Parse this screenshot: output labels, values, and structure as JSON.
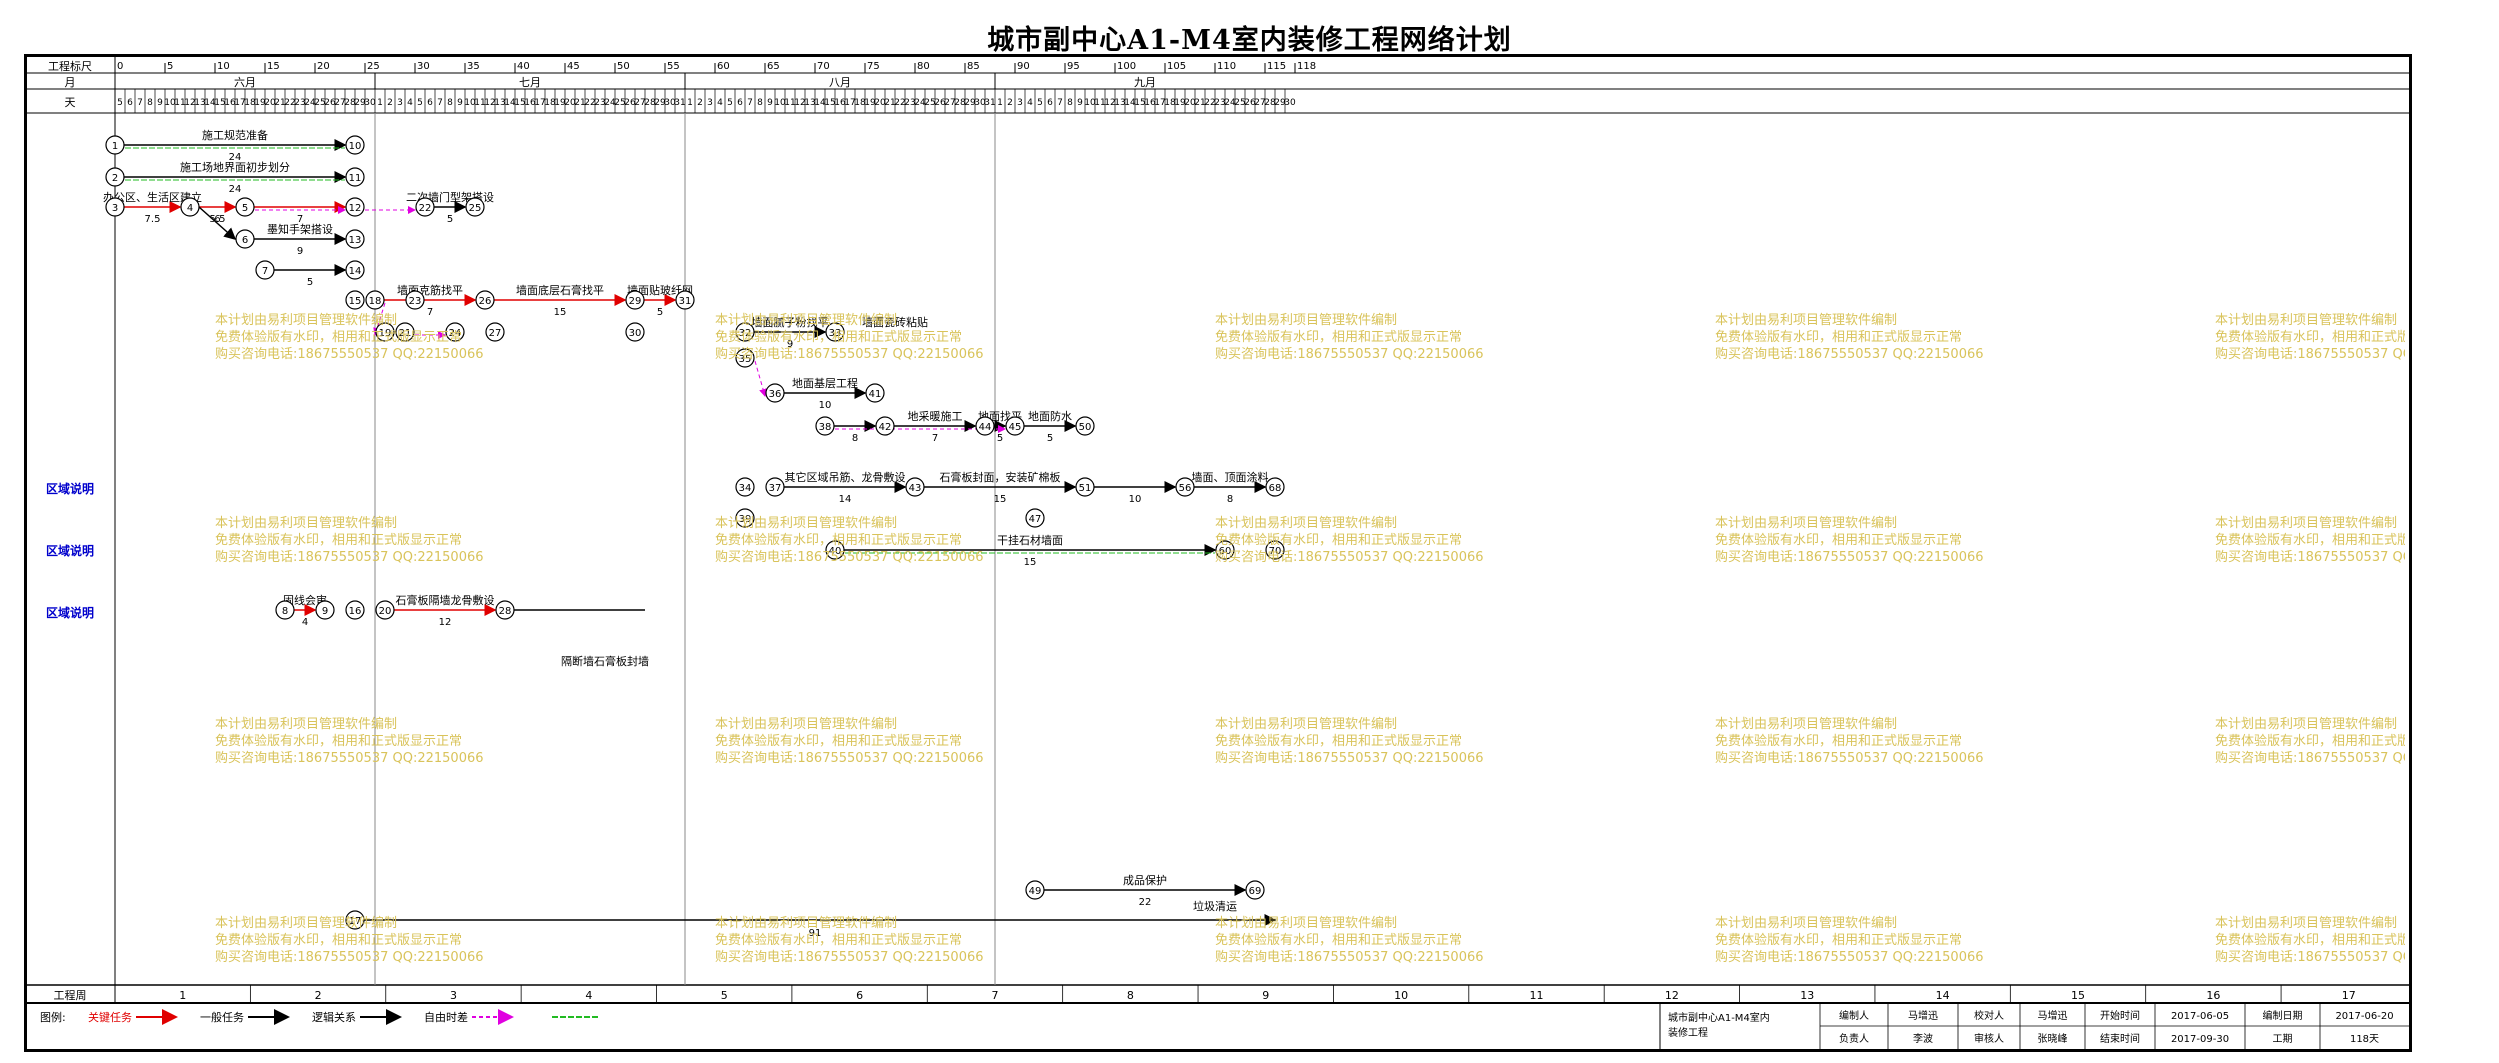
{
  "title": "城市副中心A1-M4室内装修工程网络计划",
  "header": {
    "row1_label": "工程标尺",
    "row2_label": "月",
    "row3_label": "天",
    "scale_ticks": [
      "0",
      "5",
      "10",
      "15",
      "20",
      "25",
      "30",
      "35",
      "40",
      "45",
      "50",
      "55",
      "60",
      "65",
      "70",
      "75",
      "80",
      "85",
      "90",
      "95",
      "100",
      "105",
      "110",
      "115",
      "118"
    ],
    "months": [
      "六月",
      "七月",
      "八月",
      "九月"
    ],
    "june_days": [
      "5",
      "6",
      "7",
      "8",
      "9",
      "10",
      "11",
      "12",
      "13",
      "14",
      "15",
      "16",
      "17",
      "18",
      "19",
      "20",
      "21",
      "22",
      "23",
      "24",
      "25",
      "26",
      "27",
      "28",
      "29",
      "30"
    ],
    "jul_days": [
      "1",
      "2",
      "3",
      "4",
      "5",
      "6",
      "7",
      "8",
      "9",
      "10",
      "11",
      "12",
      "13",
      "14",
      "15",
      "16",
      "17",
      "18",
      "19",
      "20",
      "21",
      "22",
      "23",
      "24",
      "25",
      "26",
      "27",
      "28",
      "29",
      "30",
      "31"
    ],
    "aug_days": [
      "1",
      "2",
      "3",
      "4",
      "5",
      "6",
      "7",
      "8",
      "9",
      "10",
      "11",
      "12",
      "13",
      "14",
      "15",
      "16",
      "17",
      "18",
      "19",
      "20",
      "21",
      "22",
      "23",
      "24",
      "25",
      "26",
      "27",
      "28",
      "29",
      "30",
      "31"
    ],
    "sep_days": [
      "1",
      "2",
      "3",
      "4",
      "5",
      "6",
      "7",
      "8",
      "9",
      "10",
      "11",
      "12",
      "13",
      "14",
      "15",
      "16",
      "17",
      "18",
      "19",
      "20",
      "21",
      "22",
      "23",
      "24",
      "25",
      "26",
      "27",
      "28",
      "29",
      "30"
    ]
  },
  "footer": {
    "week_label": "工程周",
    "weeks": [
      "1",
      "2",
      "3",
      "4",
      "5",
      "6",
      "7",
      "8",
      "9",
      "10",
      "11",
      "12",
      "13",
      "14",
      "15",
      "16",
      "17"
    ],
    "legend_label": "图例:",
    "legend": [
      {
        "label": "关键任务",
        "color": "#e00000"
      },
      {
        "label": "一般任务",
        "color": "#000000"
      },
      {
        "label": "逻辑关系",
        "color": "#000000"
      },
      {
        "label": "自由时差",
        "color": "#e000e0"
      }
    ],
    "project_name": "城市副中心A1-M4室内装修工程",
    "info": [
      {
        "k": "编制人",
        "v": "马增迅"
      },
      {
        "k": "校对人",
        "v": "马增迅"
      },
      {
        "k": "开始时间",
        "v": "2017-06-05"
      },
      {
        "k": "编制日期",
        "v": "2017-06-20"
      },
      {
        "k": "负责人",
        "v": "李波"
      },
      {
        "k": "审核人",
        "v": "张晓峰"
      },
      {
        "k": "结束时间",
        "v": "2017-09-30"
      },
      {
        "k": "工期",
        "v": "118天"
      }
    ]
  },
  "side_notes": [
    "区域说明",
    "区域说明",
    "区域说明"
  ],
  "watermark": [
    "本计划由易利项目管理软件编制",
    "免费体验版有水印，相用和正式版显示正常",
    "购买咨询电话:18675550537 QQ:22150066"
  ],
  "colors": {
    "critical": "#e00000",
    "normal": "#000000",
    "free_float": "#e000e0",
    "green": "#22bb22",
    "watermark": "#d9c35a",
    "note": "#0000cc"
  },
  "chart_data": {
    "type": "network",
    "nodes": [
      {
        "id": "1",
        "day": 0,
        "lane": 0
      },
      {
        "id": "2",
        "day": 0,
        "lane": 1
      },
      {
        "id": "3",
        "day": 0,
        "lane": 2
      },
      {
        "id": "10",
        "day": 24,
        "lane": 0
      },
      {
        "id": "11",
        "day": 24,
        "lane": 1
      },
      {
        "id": "4",
        "day": 7.5,
        "lane": 2
      },
      {
        "id": "5",
        "day": 13,
        "lane": 2
      },
      {
        "id": "12",
        "day": 24,
        "lane": 2
      },
      {
        "id": "22",
        "day": 31,
        "lane": 2
      },
      {
        "id": "25",
        "day": 36,
        "lane": 2
      },
      {
        "id": "6",
        "day": 13,
        "lane": 3
      },
      {
        "id": "13",
        "day": 24,
        "lane": 3
      },
      {
        "id": "7",
        "day": 15,
        "lane": 4
      },
      {
        "id": "14",
        "day": 24,
        "lane": 4
      },
      {
        "id": "15",
        "day": 24,
        "lane": 5
      },
      {
        "id": "18",
        "day": 26,
        "lane": 5
      },
      {
        "id": "23",
        "day": 30,
        "lane": 5
      },
      {
        "id": "26",
        "day": 37,
        "lane": 5
      },
      {
        "id": "29",
        "day": 52,
        "lane": 5
      },
      {
        "id": "31",
        "day": 57,
        "lane": 5
      },
      {
        "id": "19",
        "day": 27,
        "lane": 6
      },
      {
        "id": "21",
        "day": 29,
        "lane": 6
      },
      {
        "id": "24",
        "day": 34,
        "lane": 6
      },
      {
        "id": "27",
        "day": 38,
        "lane": 6
      },
      {
        "id": "30",
        "day": 52,
        "lane": 6
      },
      {
        "id": "32",
        "day": 63,
        "lane": 6
      },
      {
        "id": "33",
        "day": 72,
        "lane": 6
      },
      {
        "id": "35",
        "day": 63,
        "lane": 7
      },
      {
        "id": "36",
        "day": 66,
        "lane": 8
      },
      {
        "id": "41",
        "day": 76,
        "lane": 8
      },
      {
        "id": "38",
        "day": 71,
        "lane": 9
      },
      {
        "id": "42",
        "day": 77,
        "lane": 9
      },
      {
        "id": "44",
        "day": 87,
        "lane": 9
      },
      {
        "id": "45",
        "day": 90,
        "lane": 9
      },
      {
        "id": "50",
        "day": 97,
        "lane": 9
      },
      {
        "id": "34",
        "day": 63,
        "lane": 10
      },
      {
        "id": "37",
        "day": 66,
        "lane": 10
      },
      {
        "id": "43",
        "day": 80,
        "lane": 10
      },
      {
        "id": "51",
        "day": 97,
        "lane": 10
      },
      {
        "id": "56",
        "day": 107,
        "lane": 10
      },
      {
        "id": "68",
        "day": 116,
        "lane": 10
      },
      {
        "id": "39",
        "day": 63,
        "lane": 11
      },
      {
        "id": "47",
        "day": 92,
        "lane": 11
      },
      {
        "id": "40",
        "day": 72,
        "lane": 12
      },
      {
        "id": "60",
        "day": 111,
        "lane": 12
      },
      {
        "id": "70",
        "day": 116,
        "lane": 12
      },
      {
        "id": "8",
        "day": 17,
        "lane": 13
      },
      {
        "id": "9",
        "day": 21,
        "lane": 13
      },
      {
        "id": "16",
        "day": 24,
        "lane": 13
      },
      {
        "id": "20",
        "day": 27,
        "lane": 13
      },
      {
        "id": "28",
        "day": 39,
        "lane": 13
      },
      {
        "id": "17",
        "day": 24,
        "lane": 20
      },
      {
        "id": "49",
        "day": 92,
        "lane": 19
      },
      {
        "id": "69",
        "day": 114,
        "lane": 19
      }
    ],
    "activities": [
      {
        "from": "1",
        "to": "10",
        "name": "施工规范准备",
        "duration": 24
      },
      {
        "from": "2",
        "to": "11",
        "name": "施工场地界面初步划分",
        "duration": 24
      },
      {
        "from": "3",
        "to": "4",
        "name": "办公区、生活区建立",
        "duration": 7.5
      },
      {
        "from": "4",
        "to": "5",
        "name": "",
        "duration": 6
      },
      {
        "from": "5",
        "to": "12",
        "name": "",
        "duration": 7
      },
      {
        "from": "22",
        "to": "25",
        "name": "二次墙门型架搭设",
        "duration": 5
      },
      {
        "from": "4",
        "to": "6",
        "name": "",
        "duration": 5.5
      },
      {
        "from": "6",
        "to": "13",
        "name": "墨知手架搭设",
        "duration": 9
      },
      {
        "from": "7",
        "to": "14",
        "name": "",
        "duration": 5
      },
      {
        "from": "18",
        "to": "26",
        "name": "墙面克筋找平",
        "duration": 7
      },
      {
        "from": "26",
        "to": "29",
        "name": "墙面底层石膏找平",
        "duration": 15
      },
      {
        "from": "29",
        "to": "31",
        "name": "墙面贴玻纤网",
        "duration": 5
      },
      {
        "from": "32",
        "to": "33",
        "name": "墙面腻子粉找平",
        "duration": 9
      },
      {
        "from": "33",
        "to": "33",
        "name": "墙面瓷砖粘贴",
        "duration": 0
      },
      {
        "from": "36",
        "to": "41",
        "name": "地面基层工程",
        "duration": 10
      },
      {
        "from": "38",
        "to": "42",
        "name": "",
        "duration": 8
      },
      {
        "from": "42",
        "to": "44",
        "name": "地采暖施工",
        "duration": 7
      },
      {
        "from": "44",
        "to": "45",
        "name": "地面找平",
        "duration": 5
      },
      {
        "from": "45",
        "to": "50",
        "name": "地面防水",
        "duration": 5
      },
      {
        "from": "37",
        "to": "43",
        "name": "其它区域吊筋、龙骨敷设",
        "duration": 14
      },
      {
        "from": "43",
        "to": "51",
        "name": "石膏板封面，安装矿棉板",
        "duration": 15
      },
      {
        "from": "51",
        "to": "56",
        "name": "",
        "duration": 10
      },
      {
        "from": "56",
        "to": "68",
        "name": "墙面、顶面涂料",
        "duration": 8
      },
      {
        "from": "40",
        "to": "60",
        "name": "干挂石材墙面",
        "duration": 15
      },
      {
        "from": "8",
        "to": "9",
        "name": "固线会审",
        "duration": 4
      },
      {
        "from": "20",
        "to": "28",
        "name": "石膏板隔墙龙骨敷设",
        "duration": 12
      },
      {
        "from": "28",
        "to": "28",
        "name": "隔断墙石膏板封墙",
        "duration": 10
      },
      {
        "from": "17",
        "to": "17",
        "name": "垃圾清运",
        "duration": 91
      },
      {
        "from": "49",
        "to": "69",
        "name": "成品保护",
        "duration": 22
      }
    ]
  }
}
